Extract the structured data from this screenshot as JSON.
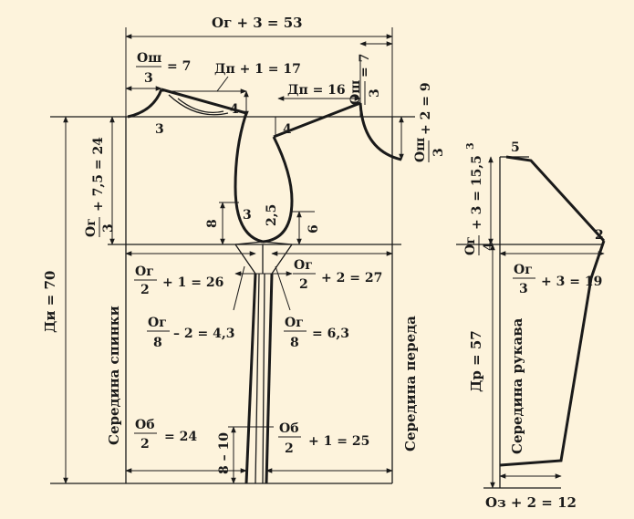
{
  "colors": {
    "background": "#fdf3dc",
    "ink": "#1a1a1a"
  },
  "labels": {
    "og_top": "Ог + 3 = 53",
    "osh_num": "Ош",
    "osh_den": "3",
    "osh_val": "= 7",
    "dp_back": "Дп + 1 = 17",
    "dp_front": "Дп = 16",
    "front_osh": "Ош",
    "front_osh_den": "3",
    "front_osh_val": "= 7",
    "neck_front_num": "Ош",
    "neck_front_den": "3",
    "neck_front_val": "+ 2 = 9",
    "armhole_depth_num": "Ог",
    "armhole_depth_den": "3",
    "armhole_depth_val": "+ 7,5 = 24",
    "mark_3a": "3",
    "mark_3b": "3",
    "mark_4a": "4",
    "mark_4b": "4",
    "mark_8": "8",
    "mark_3c": "3",
    "mark_25": "2,5",
    "mark_6": "6",
    "back_width_num": "Ог",
    "back_width_den": "2",
    "back_width_val": "+ 1 = 26",
    "front_width_num": "Ог",
    "front_width_den": "2",
    "front_width_val": "+ 2 = 27",
    "dart_back_num": "Ог",
    "dart_back_den": "8",
    "dart_back_val": "– 2 = 4,3",
    "dart_front_num": "Ог",
    "dart_front_den": "8",
    "dart_front_val": "= 6,3",
    "back_center": "Середина спинки",
    "front_center": "Середина переда",
    "length": "Ди = 70",
    "hip_back_num": "Об",
    "hip_back_den": "2",
    "hip_back_val": "= 24",
    "hip_front_num": "Об",
    "hip_front_den": "2",
    "hip_front_val": "+ 1 = 25",
    "slit": "8 – 10",
    "sleeve_cap_num": "Ог",
    "sleeve_cap_den": "4",
    "sleeve_cap_val": "+ 3 = 15,5",
    "sleeve_cap_sup": "3",
    "sleeve_pt5": "5",
    "sleeve_pt2": "2",
    "sleeve_width_num": "Ог",
    "sleeve_width_den": "3",
    "sleeve_width_val": "+ 3 = 19",
    "sleeve_length": "Др = 57",
    "sleeve_center": "Середина рукава",
    "sleeve_bottom": "Оз + 2 = 12"
  }
}
